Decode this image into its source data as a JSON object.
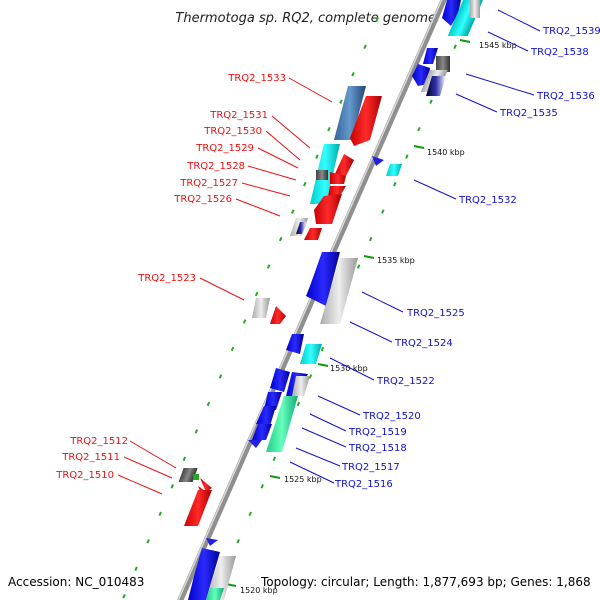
{
  "title": "Thermotoga sp. RQ2, complete genome",
  "accession": "Accession: NC_010483",
  "topology": "Topology: circular; Length: 1,877,693 bp; Genes: 1,868",
  "colors": {
    "left_label": "#ee1111",
    "right_label": "#1111cc",
    "backbone": "#999999",
    "tick": "#119911"
  },
  "kbp_marks": [
    "1545 kbp",
    "1540 kbp",
    "1535 kbp",
    "1530 kbp",
    "1525 kbp",
    "1520 kbp"
  ],
  "left_genes": [
    "TRQ2_1533",
    "TRQ2_1531",
    "TRQ2_1530",
    "TRQ2_1529",
    "TRQ2_1528",
    "TRQ2_1527",
    "TRQ2_1526",
    "TRQ2_1523",
    "TRQ2_1512",
    "TRQ2_1511",
    "TRQ2_1510"
  ],
  "right_genes": [
    "TRQ2_1539",
    "TRQ2_1538",
    "TRQ2_1536",
    "TRQ2_1535",
    "TRQ2_1532",
    "TRQ2_1525",
    "TRQ2_1524",
    "TRQ2_1522",
    "TRQ2_1520",
    "TRQ2_1519",
    "TRQ2_1518",
    "TRQ2_1517",
    "TRQ2_1516"
  ]
}
